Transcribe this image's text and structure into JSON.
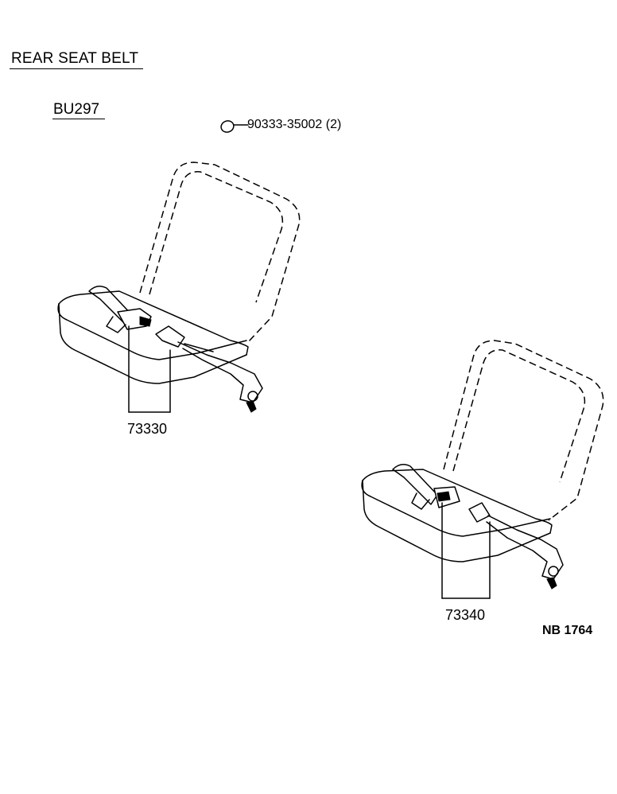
{
  "header": {
    "title": "REAR SEAT BELT",
    "code": "BU297"
  },
  "parts": {
    "washer": "90333-35002 (2)",
    "left_belt": "73330",
    "right_belt": "73340"
  },
  "footer": {
    "ref": "NB 1764"
  }
}
